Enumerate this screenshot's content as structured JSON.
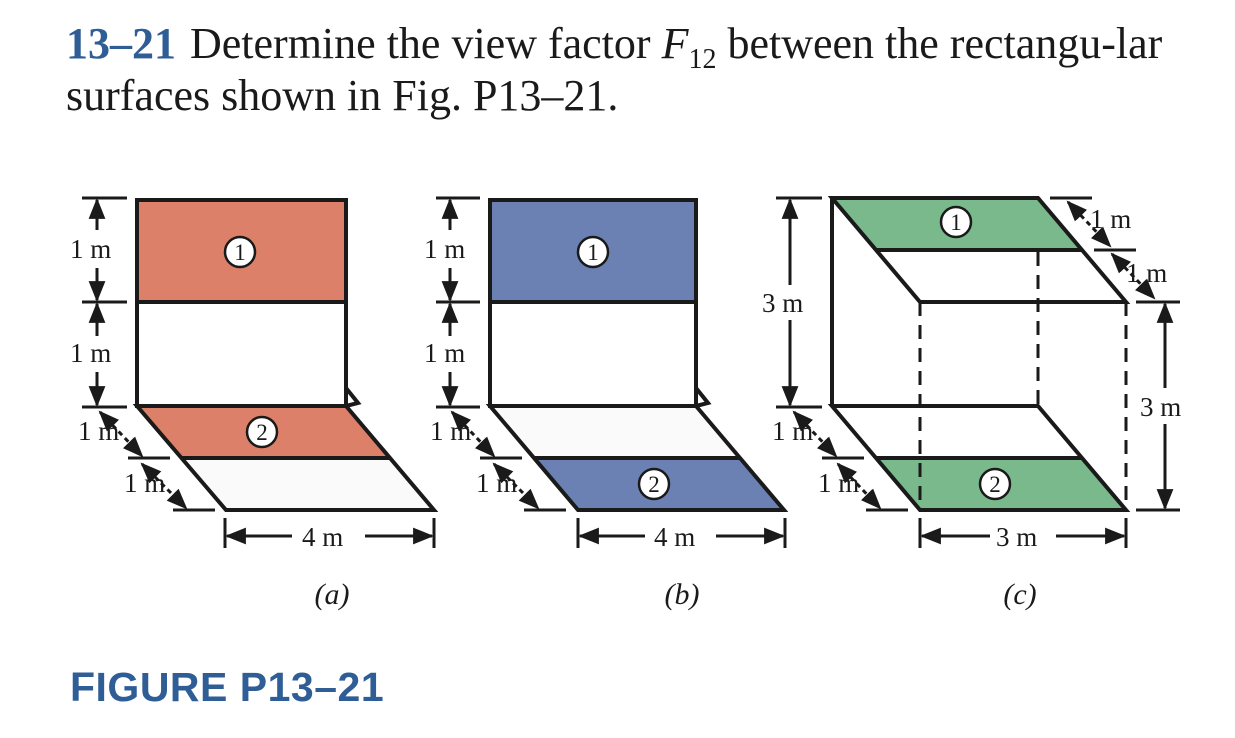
{
  "problem": {
    "number": "13–21",
    "text_before": "Determine the view factor ",
    "var_main": "F",
    "var_sub": "12",
    "text_after": " between the rectangu-lar surfaces shown in Fig. P13–21."
  },
  "figure": {
    "caption": "FIGURE P13–21",
    "colors": {
      "a": "#dd8069",
      "b": "#6b81b3",
      "c": "#79b98c",
      "line": "#1a1a1a"
    },
    "panels": [
      {
        "id": "a",
        "sublabel": "(a)",
        "surface_labels": [
          "1",
          "2"
        ],
        "dims": {
          "top": "1 m",
          "middle": "1 m",
          "depth1": "1 m",
          "depth2": "1 m",
          "width": "4 m"
        }
      },
      {
        "id": "b",
        "sublabel": "(b)",
        "surface_labels": [
          "1",
          "2"
        ],
        "dims": {
          "top": "1 m",
          "middle": "1 m",
          "depth1": "1 m",
          "depth2": "1 m",
          "width": "4 m"
        }
      },
      {
        "id": "c",
        "sublabel": "(c)",
        "surface_labels": [
          "1",
          "2"
        ],
        "dims": {
          "height": "3 m",
          "top_depth1": "1 m",
          "top_depth2": "1 m",
          "right_height": "3 m",
          "bottom_depth1": "1 m",
          "bottom_depth2": "1 m",
          "width": "3 m"
        }
      }
    ]
  }
}
